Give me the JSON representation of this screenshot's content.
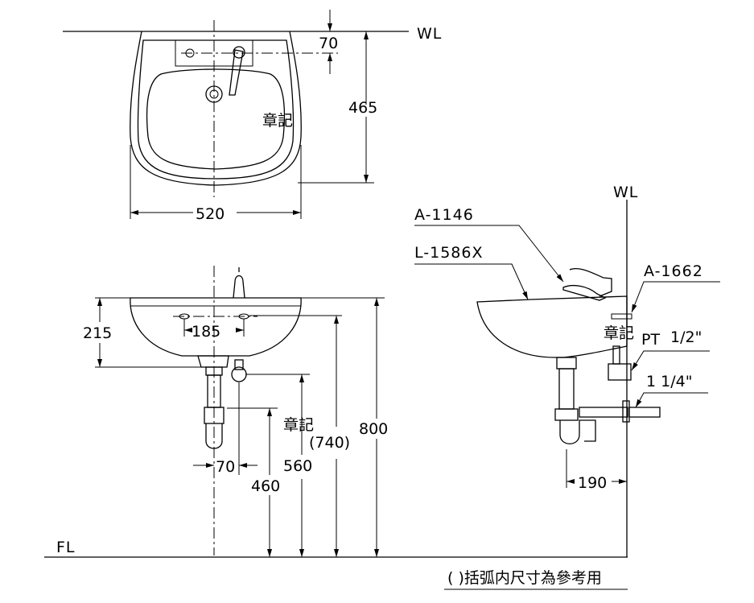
{
  "top_view": {
    "wl_label": "WL",
    "dim_70": "70",
    "dim_465": "465",
    "mark_label": "章記",
    "dim_520": "520"
  },
  "front_view": {
    "dim_215": "215",
    "dim_185": "185",
    "mark_label": "章記",
    "dim_740": "(740)",
    "dim_800": "800",
    "dim_70": "70",
    "dim_560": "560",
    "dim_460": "460",
    "fl_label": "FL"
  },
  "side_view": {
    "wl_label": "WL",
    "part_faucet": "A-1146",
    "part_basin": "L-1586X",
    "part_valve": "A-1662",
    "mark_label": "章記",
    "pt_label": "PT",
    "pt_size": "1/2\"",
    "trap_size": "1 1/4\"",
    "dim_190": "190"
  },
  "note": "(  )括弧内尺寸為參考用"
}
